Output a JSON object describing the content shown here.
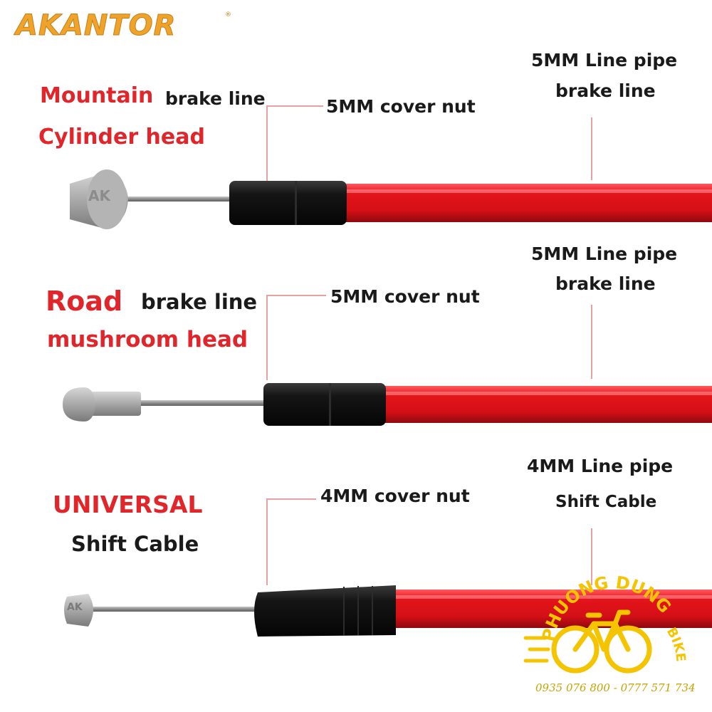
{
  "brand": {
    "name": "AKANTOR",
    "reg": "®"
  },
  "sections": [
    {
      "title_red": "Mountain",
      "title_black": "brake line",
      "subtitle_red": "Cylinder head",
      "nut_label": "5MM cover nut",
      "pipe_label_1": "5MM Line pipe",
      "pipe_label_2": "brake line",
      "head_mark": "AK"
    },
    {
      "title_red": "Road",
      "title_black": "brake line",
      "subtitle_red": "mushroom head",
      "nut_label": "5MM cover nut",
      "pipe_label_1": "5MM Line pipe",
      "pipe_label_2": "brake line"
    },
    {
      "title_red": "UNIVERSAL",
      "subtitle_black": "Shift Cable",
      "nut_label": "4MM cover nut",
      "pipe_label_1": "4MM Line pipe",
      "pipe_label_2": "Shift Cable",
      "head_mark": "AK"
    }
  ],
  "watermark": {
    "arc_top": "PHUONG DUNG",
    "arc_side": "BIKE",
    "phone": "0935 076 800 - 0777 571 734"
  },
  "colors": {
    "pipe_red": "#e4141b",
    "ferrule_black": "#151515",
    "brand_orange": "#f0a32a",
    "label_red": "#e0262b",
    "watermark_yellow": "#f5c400"
  },
  "icons": [
    "bicycle-icon"
  ]
}
